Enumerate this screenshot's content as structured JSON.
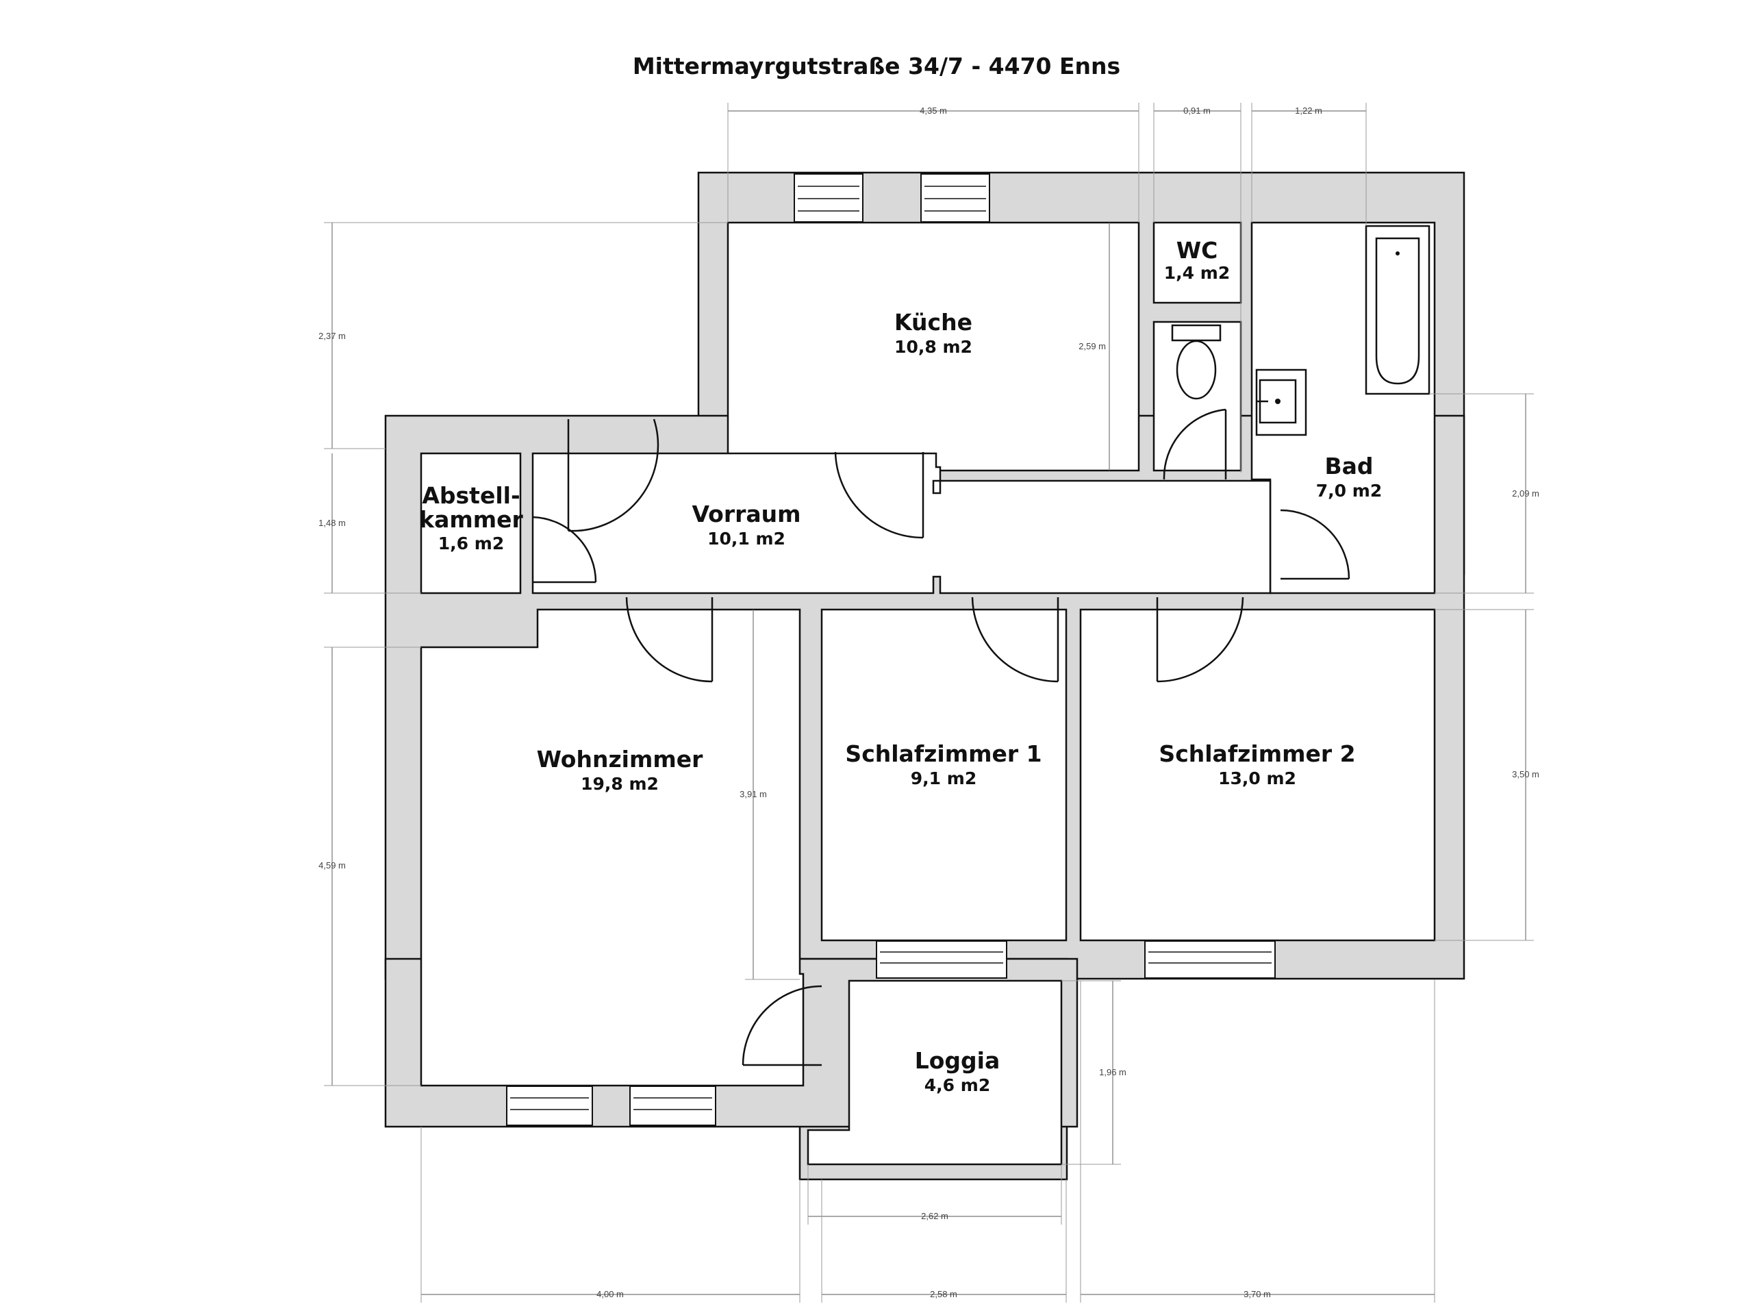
{
  "title": "Mittermayrgutstraße 34/7 - 4470 Enns",
  "rooms": {
    "kueche": {
      "name": "Küche",
      "area": "10,8 m2"
    },
    "wc": {
      "name": "WC",
      "area": "1,4 m2"
    },
    "bad": {
      "name": "Bad",
      "area": "7,0 m2"
    },
    "abstell": {
      "name_line1": "Abstell-",
      "name_line2": "kammer",
      "area": "1,6 m2"
    },
    "vorraum": {
      "name": "Vorraum",
      "area": "10,1 m2"
    },
    "wohn": {
      "name": "Wohnzimmer",
      "area": "19,8 m2"
    },
    "schlaf1": {
      "name": "Schlafzimmer 1",
      "area": "9,1 m2"
    },
    "schlaf2": {
      "name": "Schlafzimmer 2",
      "area": "13,0 m2"
    },
    "loggia": {
      "name": "Loggia",
      "area": "4,6 m2"
    }
  },
  "dimensions": {
    "top_kueche": "4,35 m",
    "top_wc": "0,91 m",
    "top_bad": "1,22 m",
    "left_kueche": "2,37 m",
    "left_abstell": "1,48 m",
    "left_wohn": "4,59 m",
    "kueche_inner": "2,59 m",
    "wohn_inner": "3,91 m",
    "right_bad": "2,09 m",
    "right_schlaf2": "3,50 m",
    "loggia_right": "1,96 m",
    "loggia_width": "2,62 m",
    "bottom_wohn": "4,00 m",
    "bottom_schlaf1": "2,58 m",
    "bottom_schlaf2": "3,70 m"
  }
}
